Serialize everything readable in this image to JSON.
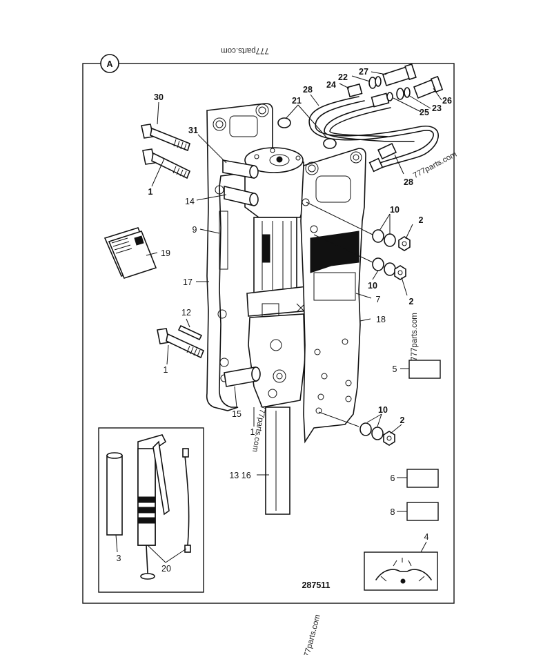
{
  "section_badge": "A",
  "drawing_number": "287511",
  "watermark": "777parts.com",
  "part_labels": {
    "p30": "30",
    "p31": "31",
    "p1a": "1",
    "p14": "14",
    "p9": "9",
    "p19": "19",
    "p17": "17",
    "p12": "12",
    "p1b": "1",
    "p15": "15",
    "p1c": "1",
    "p13_16": "13 16",
    "p28a": "28",
    "p21": "21",
    "p22": "22",
    "p27": "27",
    "p24": "24",
    "p25": "25",
    "p23": "23",
    "p26": "26",
    "p28b": "28",
    "p10a": "10",
    "p2a": "2",
    "p10b": "10",
    "p2b": "2",
    "p7": "7",
    "p18": "18",
    "p5": "5",
    "p10c": "10",
    "p2c": "2",
    "p6": "6",
    "p8": "8",
    "p4": "4",
    "p3": "3",
    "p20": "20"
  }
}
